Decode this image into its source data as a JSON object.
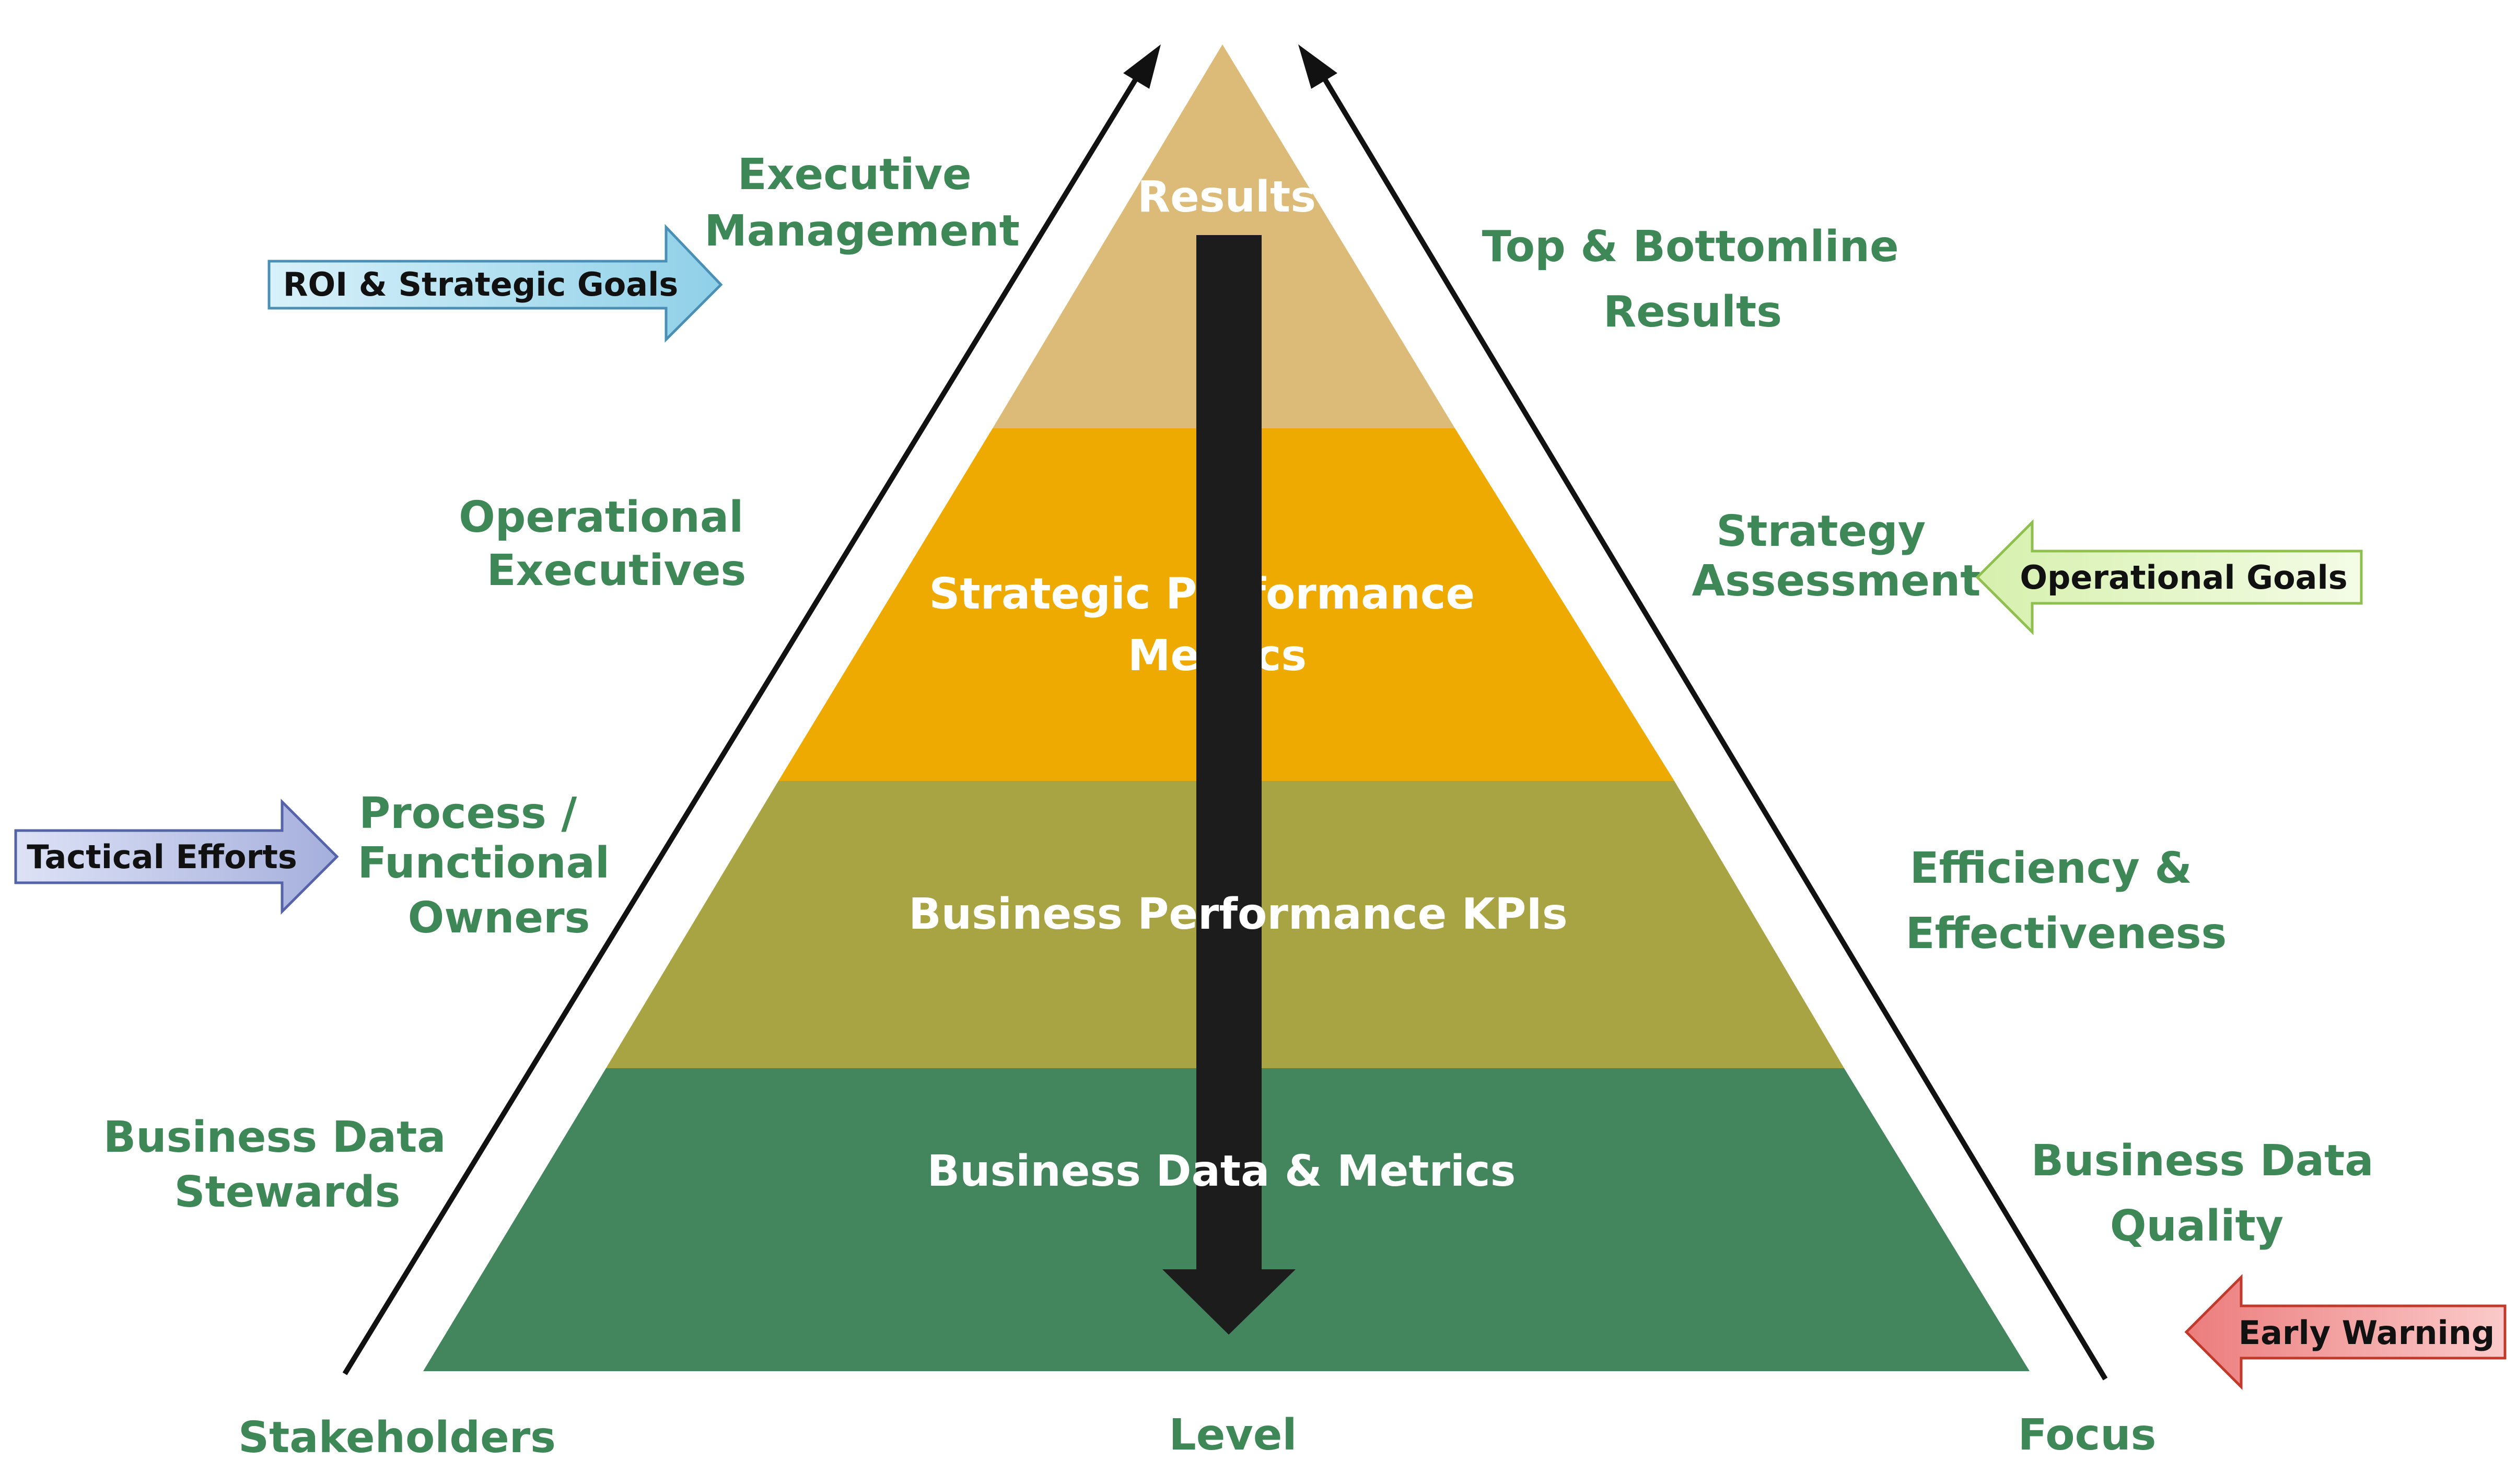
{
  "colors": {
    "label_green": "#3e8757",
    "tier_results": "#dcbb78",
    "tier_strategic": "#eeaa00",
    "tier_business_kpis": "#a8a444",
    "tier_data": "#43855c",
    "down_arrow": "#1c1c1c",
    "callout_blue": "#a9dcef",
    "callout_lightgreen": "#e7f7c8",
    "callout_purple": "#b9c1e6",
    "callout_red": "#f49a9a"
  },
  "pyramid": {
    "tiers": [
      {
        "lines": [
          "Results"
        ]
      },
      {
        "lines": [
          "Strategic Performance",
          "Metrics"
        ]
      },
      {
        "lines": [
          "Business Performance KPIs"
        ]
      },
      {
        "lines": [
          "Business Data & Metrics"
        ]
      }
    ],
    "down_arrow_icon": "arrow-down-icon"
  },
  "axes": {
    "left_label": "Stakeholders",
    "center_label": "Level",
    "right_label": "Focus",
    "left_arrow_icon": "arrow-up-icon",
    "right_arrow_icon": "arrow-up-icon"
  },
  "stakeholders": [
    {
      "lines": [
        "Executive",
        "Management"
      ]
    },
    {
      "lines": [
        "Operational",
        "Executives"
      ]
    },
    {
      "lines": [
        "Process /",
        "Functional",
        "Owners"
      ]
    },
    {
      "lines": [
        "Business Data",
        "Stewards"
      ]
    }
  ],
  "focus": [
    {
      "lines": [
        "Top & Bottomline",
        "Results"
      ]
    },
    {
      "lines": [
        "Strategy",
        "Assessment"
      ]
    },
    {
      "lines": [
        "Efficiency &",
        "Effectiveness"
      ]
    },
    {
      "lines": [
        "Business Data",
        "Quality"
      ]
    }
  ],
  "callouts": {
    "roi": {
      "label": "ROI & Strategic Goals",
      "icon": "arrow-right-icon"
    },
    "operational_goals": {
      "label": "Operational Goals",
      "icon": "arrow-left-icon"
    },
    "tactical": {
      "label": "Tactical Efforts",
      "icon": "arrow-right-icon"
    },
    "early_warning": {
      "label": "Early Warning",
      "icon": "arrow-left-icon"
    }
  }
}
